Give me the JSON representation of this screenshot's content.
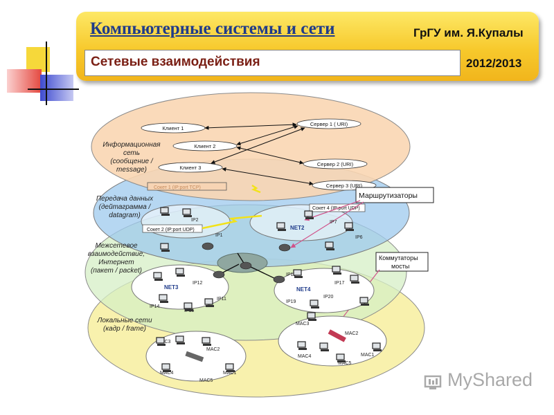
{
  "header": {
    "title": "Компьютерные системы и сети",
    "university": "ГрГУ им. Я.Купалы",
    "subtitle": "Сетевые взаимодействия",
    "year": "2012/2013"
  },
  "layers": {
    "info_label": [
      "Информационная",
      "сеть",
      "(сообщение /",
      "message)"
    ],
    "transport_label": [
      "Передача данных",
      "(дейтаграмма /",
      "datagram)"
    ],
    "internet_label": [
      "Межсетевое",
      "взаимодействие,",
      "Интернет",
      "(пакет / packet)"
    ],
    "local_label": [
      "Локальные сети",
      "(кадр / frame)"
    ]
  },
  "nodes": {
    "client1": "Клиент 1",
    "client2": "Клиент 2",
    "client3": "Клиент 3",
    "server1": "Сервер 1 ( URI)",
    "server2": "Сервер 2 (URI)",
    "server3": "Сервер 3 (URI)",
    "socket1": "Сокет 1 (IP:port TCP)",
    "socket2": "Сокет 2 (IP:port UDP)",
    "socket4": "Сокет 4 (IP:port UDP)"
  },
  "callouts": {
    "routers": "Маршрутизаторы",
    "switches": [
      "Коммутаторы",
      "мосты"
    ]
  },
  "net_labels": {
    "net2": "NET2",
    "net3": "NET3",
    "net4": "NET4",
    "ips": [
      "IP2",
      "IP1",
      "IP7",
      "IP6",
      "IP12",
      "IP11",
      "IP14",
      "IP15",
      "IP18",
      "IP17",
      "IP19",
      "IP20"
    ],
    "macs_left": [
      "MAC3",
      "MAC2",
      "MAC4",
      "MAC1",
      "MAC5"
    ],
    "macs_right": [
      "MAC3",
      "MAC2",
      "MAC4",
      "MAC1",
      "MAC5"
    ]
  },
  "watermark": "MyShared"
}
